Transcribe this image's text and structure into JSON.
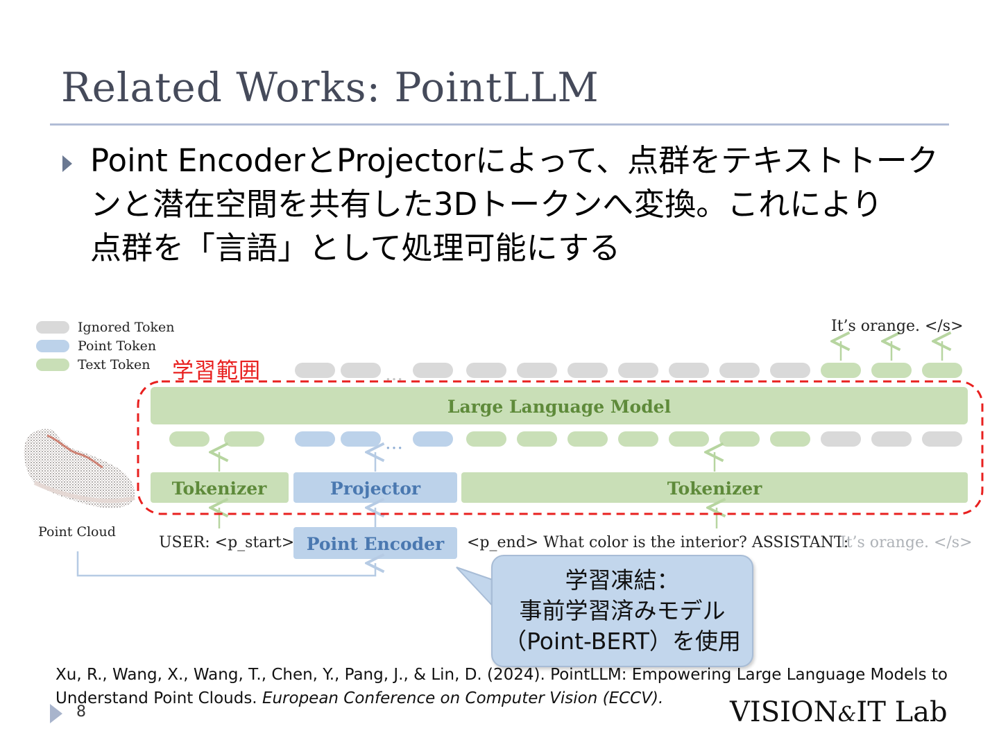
{
  "slide": {
    "title": "Related Works: PointLLM",
    "bullet_lines": [
      "Point EncoderとProjectorによって、点群をテキストトーク",
      "ンと潜在空間を共有した3Dトークンへ変換。これにより",
      "点群を「言語」として処理可能にする"
    ],
    "page_number": "8",
    "logo_parts": [
      "VISION",
      "&",
      "IT Lab"
    ]
  },
  "figure": {
    "legend": [
      {
        "label": "Ignored Token",
        "color": "#d9d9d9"
      },
      {
        "label": "Point Token",
        "color": "#bcd2ea"
      },
      {
        "label": "Text Token",
        "color": "#c9dfb7"
      }
    ],
    "training_scope_label": "学習範囲",
    "llm_label": "Large Language Model",
    "tokenizer_label": "Tokenizer",
    "projector_label": "Projector",
    "point_encoder_label": "Point Encoder",
    "point_cloud_label": "Point Cloud",
    "ellipsis": "…",
    "output_text": "It’s orange. </s>",
    "input_user": "USER: <p_start>",
    "input_question": "<p_end> What color is the interior? ASSISTANT:",
    "input_answer": "It’s orange. </s>",
    "callout_lines": [
      "学習凍結：",
      "事前学習済みモデル",
      "（Point-BERT）を使用"
    ]
  },
  "citation": {
    "authors": "Xu, R., Wang, X., Wang, T., Chen, Y., Pang, J., & Lin, D. (2024). PointLLM: Empowering Large Language Models to Understand Point Clouds.",
    "venue": "European Conference on Computer Vision (ECCV)."
  },
  "colors": {
    "title": "#454a5a",
    "rule": "#b1bdd6",
    "ignored": "#d9d9d9",
    "point": "#bcd2ea",
    "text_token": "#c9dfb7",
    "scope": "#e8201f"
  }
}
